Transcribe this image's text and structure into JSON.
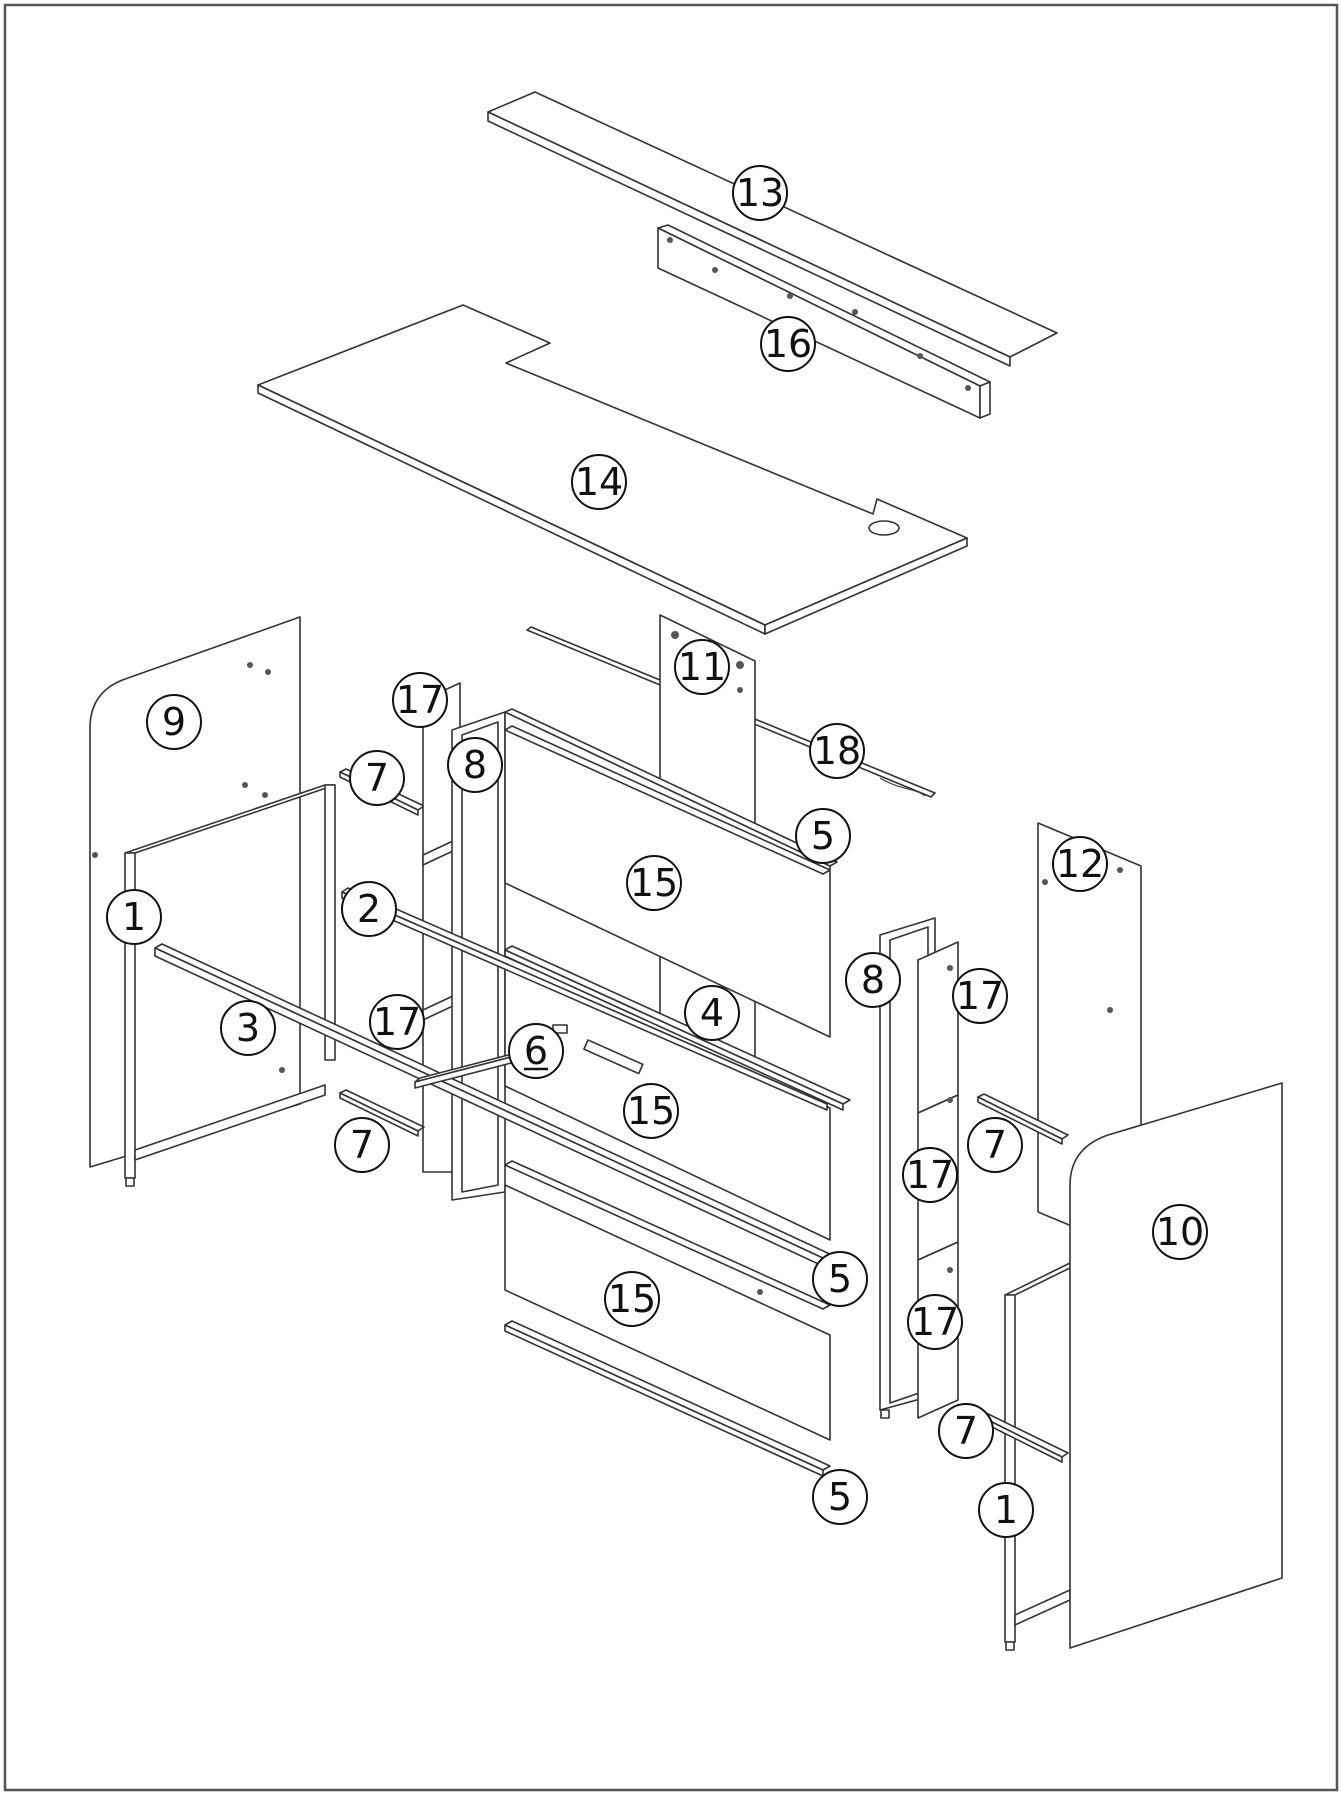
{
  "diagram": {
    "callouts": [
      {
        "id": "c13",
        "label": "13"
      },
      {
        "id": "c16",
        "label": "16"
      },
      {
        "id": "c14",
        "label": "14"
      },
      {
        "id": "c11",
        "label": "11"
      },
      {
        "id": "c9",
        "label": "9"
      },
      {
        "id": "c17a",
        "label": "17"
      },
      {
        "id": "c18",
        "label": "18"
      },
      {
        "id": "c7a",
        "label": "7"
      },
      {
        "id": "c8a",
        "label": "8"
      },
      {
        "id": "c5a",
        "label": "5"
      },
      {
        "id": "c15a",
        "label": "15"
      },
      {
        "id": "c12",
        "label": "12"
      },
      {
        "id": "c1a",
        "label": "1"
      },
      {
        "id": "c2",
        "label": "2"
      },
      {
        "id": "c8b",
        "label": "8"
      },
      {
        "id": "c17b",
        "label": "17"
      },
      {
        "id": "c4",
        "label": "4"
      },
      {
        "id": "c3",
        "label": "3"
      },
      {
        "id": "c17c",
        "label": "17"
      },
      {
        "id": "c6",
        "label": "6"
      },
      {
        "id": "c15b",
        "label": "15"
      },
      {
        "id": "c7b",
        "label": "7"
      },
      {
        "id": "c7c",
        "label": "7"
      },
      {
        "id": "c17d",
        "label": "17"
      },
      {
        "id": "c10",
        "label": "10"
      },
      {
        "id": "c5b",
        "label": "5"
      },
      {
        "id": "c15c",
        "label": "15"
      },
      {
        "id": "c17e",
        "label": "17"
      },
      {
        "id": "c7d",
        "label": "7"
      },
      {
        "id": "c5c",
        "label": "5"
      },
      {
        "id": "c1b",
        "label": "1"
      }
    ]
  }
}
